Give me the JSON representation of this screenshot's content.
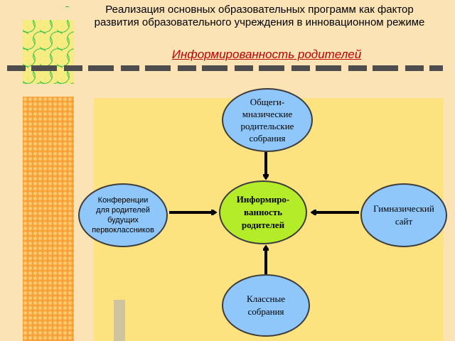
{
  "header": {
    "title": "Реализация основных образовательных программ как фактор\nразвития образовательного учреждения в инновационном режиме"
  },
  "subtitle": "Информированность родителей",
  "diagram": {
    "center": "Информиро-\nванность\nродителей",
    "top": "Общеги-\nмназические\nродительские\nсобрания",
    "left": "Конференции\nдля родителей\nбудущих\nпервоклассников",
    "right": "Гимназический\nсайт",
    "bottom": "Классные\nсобрания"
  },
  "colors": {
    "background": "#fbe3b6",
    "panel": "#fde380",
    "node": "#90c7fa",
    "center_node": "#b4ec2a",
    "subtitle": "#c00000",
    "strip": "#f7a13a"
  }
}
